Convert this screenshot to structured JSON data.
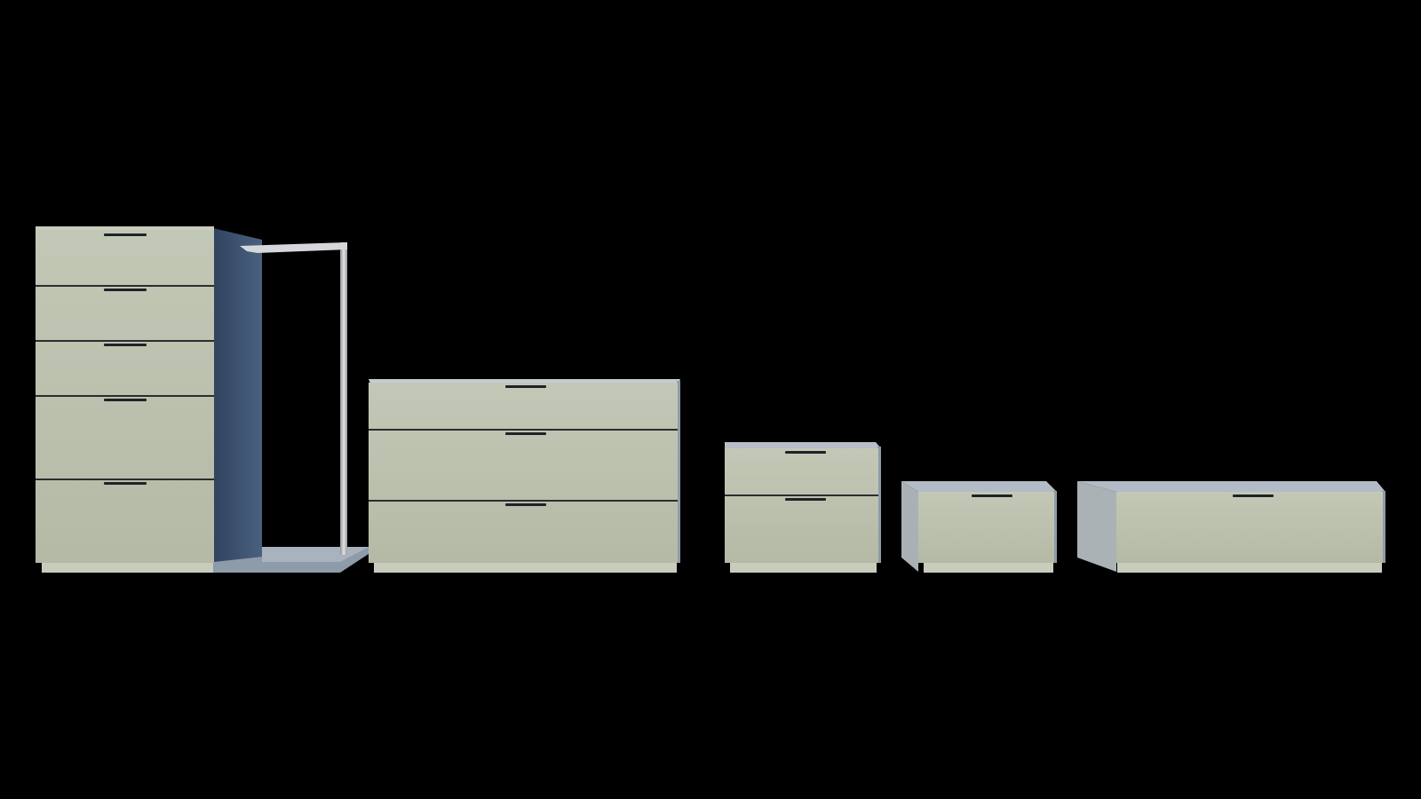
{
  "colors": {
    "background": "#000000",
    "front": "#bec3b1",
    "front_shade": "#b0b6a2",
    "top": "#b9bfc7",
    "side": "#3e536f",
    "side_dark": "#314560",
    "gap": "#2a2d30",
    "handle": "#1f2328",
    "plinth": "#c4c8b8",
    "rail": "#c7c9cc"
  },
  "furniture": [
    {
      "name": "tall-chest",
      "drawers": 5,
      "has_valet_stand": true
    },
    {
      "name": "wide-chest",
      "drawers": 3
    },
    {
      "name": "nightstand",
      "drawers": 2
    },
    {
      "name": "low-cube",
      "drawers": 1
    },
    {
      "name": "low-bench",
      "drawers": 1
    }
  ]
}
